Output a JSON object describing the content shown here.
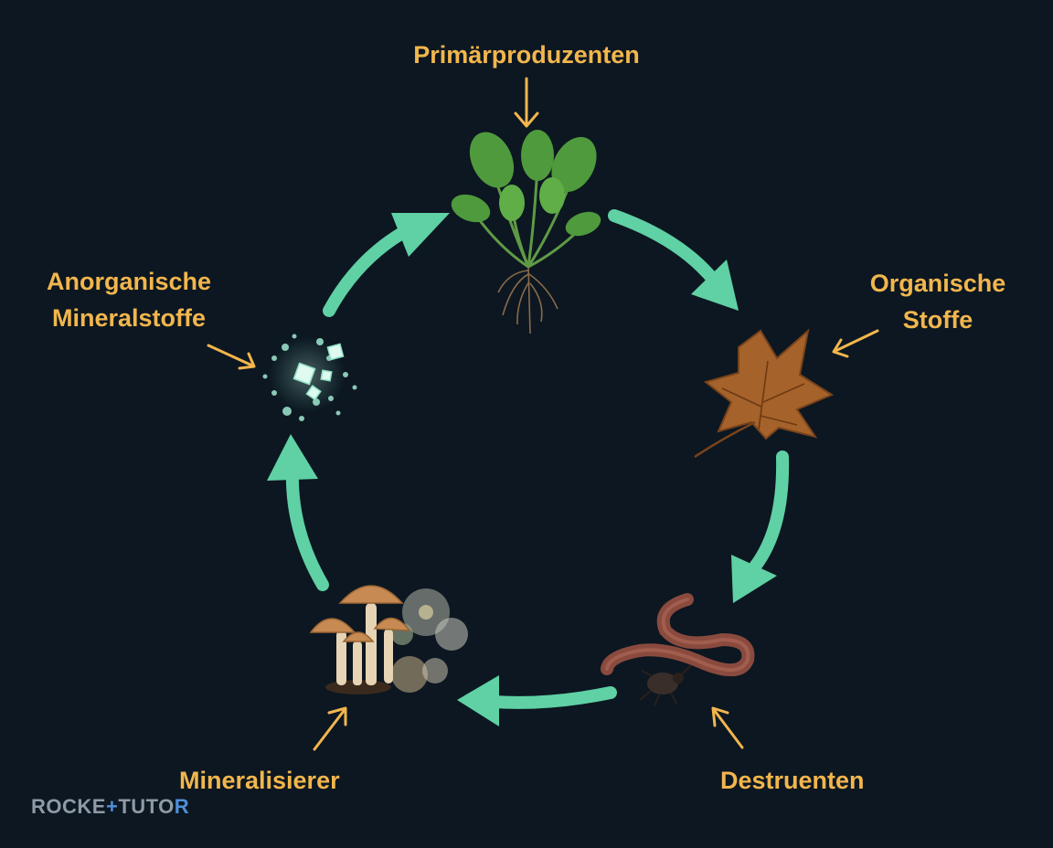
{
  "stages": {
    "producers": {
      "label": "Primärproduzenten"
    },
    "organic": {
      "label_line1": "Organische",
      "label_line2": "Stoffe"
    },
    "decomposers": {
      "label": "Destruenten"
    },
    "mineralizers": {
      "label": "Mineralisierer"
    },
    "minerals": {
      "label_line1": "Anorganische",
      "label_line2": "Mineralstoffe"
    }
  },
  "logo": {
    "part1": "ROCKE",
    "sep": "+",
    "part2": "TUTO",
    "end": "R"
  },
  "colors": {
    "background": "#0c1721",
    "cycle_arrow": "#5fd1a4",
    "label": "#f2b64d",
    "pointer_arrow": "#f2b64d"
  },
  "icons": [
    "plant-icon",
    "leaf-icon",
    "worm-icon",
    "beetle-icon",
    "mushroom-icon",
    "mold-icon",
    "mineral-crystals-icon"
  ]
}
